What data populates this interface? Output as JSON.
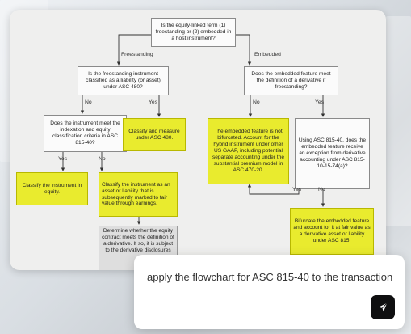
{
  "flowchart": {
    "q_start": "Is the equity-linked term (1) freestanding or (2) embedded in a host instrument?",
    "edge_freestanding": "Freestanding",
    "edge_embedded": "Embedded",
    "q_liability": "Is the freestanding instrument classified as a liability (or asset) under ASC 480?",
    "q_embedded_derivative": "Does the embedded feature meet the definition of a derivative if freestanding?",
    "no_1": "No",
    "yes_1": "Yes",
    "no_2": "No",
    "yes_2": "Yes",
    "q_indexation": "Does the instrument meet the indexation and equity classification criteria in ASC 815-40?",
    "a_classify_measure": "Classify and measure under ASC 480.",
    "a_not_bifurcated": "The embedded feature is not bifurcated. Account for the hybrid instrument under other US GAAP, including potential separate accounting under the substantial premium model in ASC 470-20.",
    "q_exception": "Using ASC 815-40, does the embedded feature receive an exception from derivative accounting under ASC 815-10-15-74(a)?",
    "yes_3": "Yes",
    "no_3": "No",
    "a_equity": "Classify the instrument in equity.",
    "a_asset_liability": "Classify the instrument as an asset or liability that is subsequently marked to fair value through earnings.",
    "yes_4": "Yes",
    "no_4": "No",
    "a_determine": "Determine whether the equity contract meets the definition of a derivative. If so, it is subject to the derivative disclosures",
    "a_bifurcate": "Bifurcate the embedded feature and account for it at fair value as a derivative asset or liability under ASC 815."
  },
  "chat": {
    "prompt_text": "apply the flowchart for ASC 815-40 to the transaction",
    "send_icon": "send-icon"
  },
  "colors": {
    "decision_yellow": "#e9eb2e",
    "send_button": "#0f0f10"
  }
}
